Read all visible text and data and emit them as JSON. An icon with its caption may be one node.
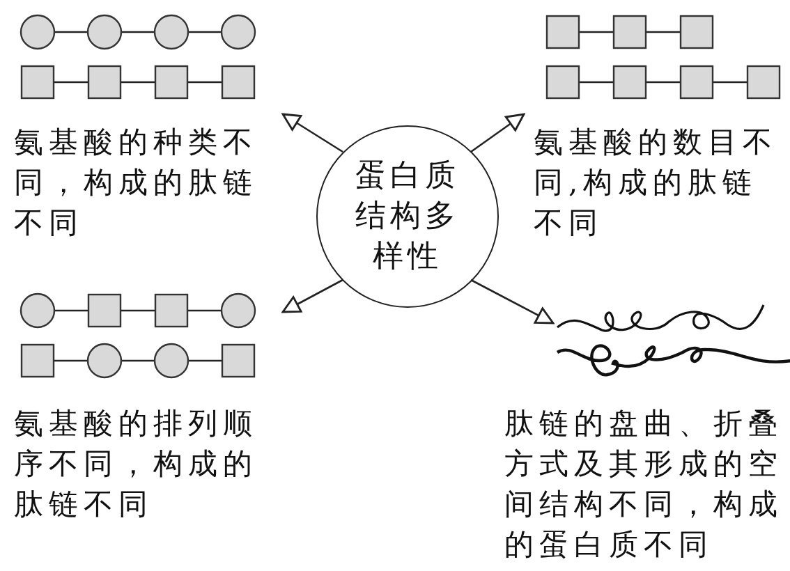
{
  "diagram": {
    "nodes": [
      {
        "text": [
          "蛋白质结构多样性"
        ]
      },
      {
        "text": [
          "氨基酸的种类不同，构成的肽链不同"
        ]
      },
      {
        "text": [
          "氨基酸的数目不同,构成的肽链不同"
        ]
      },
      {
        "text": [
          "氨基酸的排列顺序不同，构成的肽链不同"
        ]
      },
      {
        "text": [
          "肽链的盘曲、折叠方式及其形成的空间结构不同，构成的蛋白质不同"
        ]
      }
    ],
    "edges": [
      {
        "from": 0,
        "to": 1,
        "arrow": "to"
      },
      {
        "from": 0,
        "to": 2,
        "arrow": "to"
      },
      {
        "from": 0,
        "to": 3,
        "arrow": "to"
      },
      {
        "from": 0,
        "to": 4,
        "arrow": "to"
      }
    ]
  }
}
